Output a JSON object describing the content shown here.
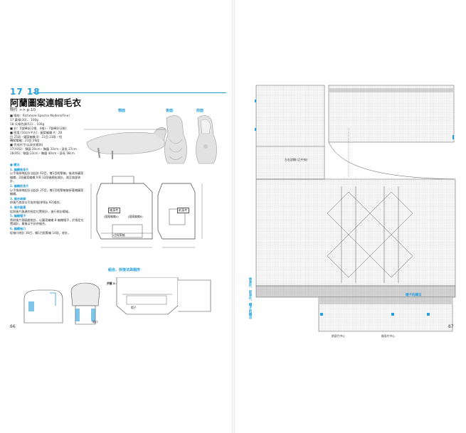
{
  "left_page": {
    "pattern_numbers": "17 18",
    "title": "阿蘭圖案連帽毛衣",
    "photo_ref": "照片 >> p.10",
    "page_number": "66",
    "materials_lines": [
      "■ 線材：Richmore Spectre Modern(Fine)",
      "17 黃綠(30)… 100g",
      "18 天綠色調(51)… 100g",
      "■ 針：5號棒針(2根、4根)・7號棒針(2根)",
      "■ 密度 [10cm平方]：圖案編織 A：28",
      "目 25段・圖案編織 B：21目 23段・扭",
      "轉鬆緊編：23目 26段",
      "■ 完成尺寸(以成衣實測)",
      "17(XXS)：頸圍 20cm・胸圍 33cm・身長 27cm",
      "18(XS)：頸圍 23cm・胸圍 40cm・身長 38cm"
    ],
    "steps_heading": "■ 織法",
    "steps": [
      {
        "h": "1. 編織後身片",
        "t": "以手指掛線起針法起針 63目，織1目鬆緊編，後改為圖案編織，2段圖案編織 A/B 12段後開始減針，減至肩部休針。"
      },
      {
        "h": "2. 編織前身片",
        "t": "以手指掛線起針法起針 25目，織1目鬆緊編後接著織圖案編織。"
      },
      {
        "h": "3. 縫合肩線",
        "t": "前後片肩部以引拔併縫(參照p.92)縫合。"
      },
      {
        "h": "4. 縫合脇邊",
        "t": "從前後片脇邊的指定位置挑針，進行挑針綴縫。"
      },
      {
        "h": "5. 編織帽子",
        "t": "將前後片頸圍處挑針，以圖案編織 B 編織帽子，於指定位置減針，最後以平針併縫合。"
      },
      {
        "h": "6. 編織袖口",
        "t": "從袖口挑針 36目，織1目鬆緊編 14段，收針。"
      }
    ],
    "diagram_labels": {
      "side": "側面",
      "back": "後面",
      "front": "前面",
      "assembly": "組合、拼接法與順序",
      "step14": "步驟 1.～4.",
      "step56": "步驟 5.～6.",
      "back_body": "後身片",
      "front_body": "前身片",
      "hood": "帽子",
      "pattern_A": "(圖案編織A)",
      "pattern_B": "(圖案編織B)",
      "rib": "1目鬆緊編",
      "sleeve": "袖口"
    }
  },
  "right_page": {
    "page_number": "67",
    "center_label": "左右對稱 (正中央)",
    "legend_title": "帽子的織法",
    "bottom_label_left": "前身片中心",
    "bottom_label_right": "後身片中心",
    "vert_label": "後身片、前身片、帽子的織法"
  },
  "colors": {
    "accent": "#2a9fd8"
  }
}
